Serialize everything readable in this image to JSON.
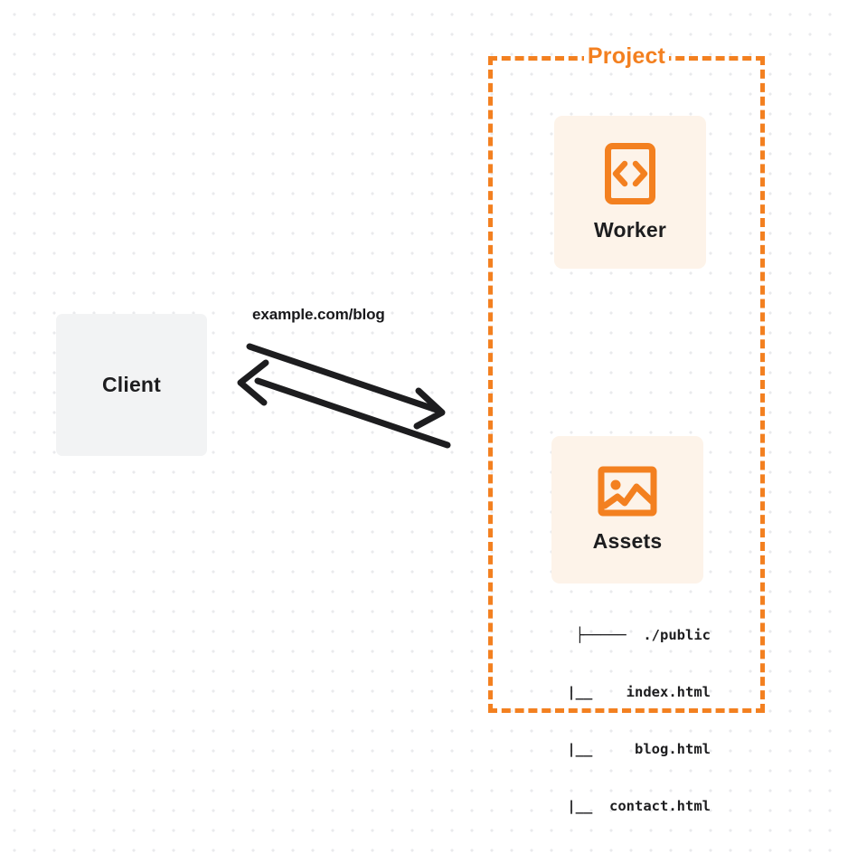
{
  "diagram": {
    "title": "Cloudflare Worker with static assets request flow",
    "background": {
      "style": "dot-grid",
      "dot_color": "#e9eaec",
      "page_color": "#ffffff"
    },
    "colors": {
      "accent_orange": "#f38020",
      "card_background": "#fdf3e9",
      "client_background": "#f2f3f4",
      "text_dark": "#1d1d1f"
    },
    "client": {
      "label": "Client"
    },
    "edge": {
      "label": "example.com/blog",
      "direction": "bidirectional"
    },
    "project": {
      "label": "Project",
      "border_style": "dashed",
      "nodes": [
        {
          "label": "Worker",
          "icon": "code-brackets-icon"
        },
        {
          "label": "Assets",
          "icon": "image-icon"
        }
      ]
    },
    "file_tree": {
      "lines": [
        "├─────  ./public",
        "      |__    index.html",
        "      |__     blog.html",
        "      |__  contact.html"
      ],
      "root": "./public",
      "files": [
        "index.html",
        "blog.html",
        "contact.html"
      ]
    }
  }
}
